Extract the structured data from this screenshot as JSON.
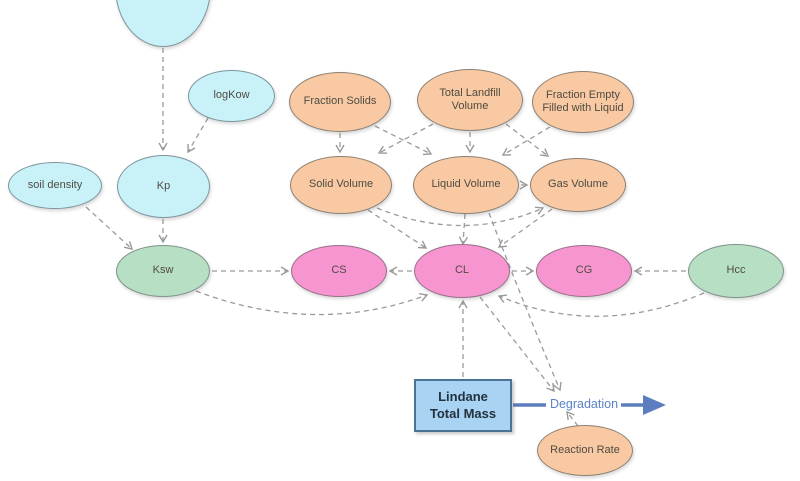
{
  "diagram": {
    "palette": {
      "input_fill": "#c9f2f8",
      "volume_fill": "#f8c9a2",
      "coefficient_fill": "#b7dfc4",
      "concentration_fill": "#f795d0",
      "stock_fill": "#a9d3f2",
      "stock_border": "#4c7396",
      "arrow_color": "#9a9a9a",
      "flow_color": "#5c7ec0",
      "node_text": "#4f4b42",
      "flow_text": "#5b82c8"
    },
    "nodes": [
      {
        "id": "unlabeled-top",
        "label": "",
        "group": "cyan"
      },
      {
        "id": "logkow",
        "label": "logKow",
        "group": "cyan"
      },
      {
        "id": "soil-density",
        "label": "soil density",
        "group": "cyan"
      },
      {
        "id": "kp",
        "label": "Kp",
        "group": "cyan"
      },
      {
        "id": "ksw",
        "label": "Ksw",
        "group": "green"
      },
      {
        "id": "fraction-solids",
        "label": "Fraction Solids",
        "group": "orange"
      },
      {
        "id": "total-landfill-volume",
        "label": "Total Landfill Volume",
        "group": "orange"
      },
      {
        "id": "fraction-empty-filled-with-liquid",
        "label": "Fraction Empty Filled with Liquid",
        "group": "orange"
      },
      {
        "id": "solid-volume",
        "label": "Solid Volume",
        "group": "orange"
      },
      {
        "id": "liquid-volume",
        "label": "Liquid Volume",
        "group": "orange"
      },
      {
        "id": "gas-volume",
        "label": "Gas Volume",
        "group": "orange"
      },
      {
        "id": "cs",
        "label": "CS",
        "group": "pink"
      },
      {
        "id": "cl",
        "label": "CL",
        "group": "pink"
      },
      {
        "id": "cg",
        "label": "CG",
        "group": "pink"
      },
      {
        "id": "hcc",
        "label": "Hcc",
        "group": "green"
      },
      {
        "id": "reaction-rate",
        "label": "Reaction Rate",
        "group": "orange"
      }
    ],
    "stock": {
      "id": "lindane-total-mass",
      "label": "Lindane Total Mass"
    },
    "flow": {
      "id": "degradation",
      "label": "Degradation"
    },
    "edges": [
      {
        "from": "unlabeled-top",
        "to": "kp"
      },
      {
        "from": "logkow",
        "to": "kp"
      },
      {
        "from": "soil-density",
        "to": "ksw"
      },
      {
        "from": "kp",
        "to": "ksw"
      },
      {
        "from": "fraction-solids",
        "to": "solid-volume"
      },
      {
        "from": "fraction-solids",
        "to": "liquid-volume"
      },
      {
        "from": "total-landfill-volume",
        "to": "solid-volume"
      },
      {
        "from": "total-landfill-volume",
        "to": "liquid-volume"
      },
      {
        "from": "total-landfill-volume",
        "to": "gas-volume"
      },
      {
        "from": "fraction-empty-filled-with-liquid",
        "to": "liquid-volume"
      },
      {
        "from": "liquid-volume",
        "to": "gas-volume"
      },
      {
        "from": "solid-volume",
        "to": "gas-volume"
      },
      {
        "from": "solid-volume",
        "to": "cl"
      },
      {
        "from": "liquid-volume",
        "to": "cl"
      },
      {
        "from": "gas-volume",
        "to": "cl"
      },
      {
        "from": "ksw",
        "to": "cs"
      },
      {
        "from": "ksw",
        "to": "cl"
      },
      {
        "from": "cl",
        "to": "cs"
      },
      {
        "from": "cl",
        "to": "cg"
      },
      {
        "from": "hcc",
        "to": "cg"
      },
      {
        "from": "hcc",
        "to": "cl"
      },
      {
        "from": "lindane-total-mass",
        "to": "cl"
      },
      {
        "from": "cl",
        "to": "degradation"
      },
      {
        "from": "liquid-volume",
        "to": "degradation"
      },
      {
        "from": "reaction-rate",
        "to": "degradation"
      },
      {
        "from": "lindane-total-mass",
        "to": "outflow",
        "type": "flow",
        "label": "Degradation"
      }
    ]
  }
}
